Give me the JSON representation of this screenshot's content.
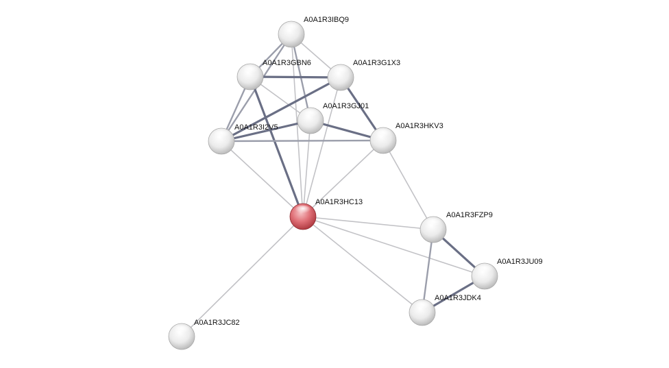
{
  "network": {
    "colors": {
      "query_node": "#d9585f",
      "node": "#e6e6e6",
      "edge_weak": "#c2c2c6",
      "edge_medium": "#9b9eab",
      "edge_strong": "#6a6f85"
    },
    "nodes": [
      {
        "id": "A0A1R3IBQ9",
        "label": "A0A1R3IBQ9",
        "query": false
      },
      {
        "id": "A0A1R3GBN6",
        "label": "A0A1R3GBN6",
        "query": false
      },
      {
        "id": "A0A1R3G1X3",
        "label": "A0A1R3G1X3",
        "query": false
      },
      {
        "id": "A0A1R3GJ01",
        "label": "A0A1R3GJ01",
        "query": false
      },
      {
        "id": "A0A1R3I2V5",
        "label": "A0A1R3I2V5",
        "query": false
      },
      {
        "id": "A0A1R3HKV3",
        "label": "A0A1R3HKV3",
        "query": false
      },
      {
        "id": "A0A1R3HC13",
        "label": "A0A1R3HC13",
        "query": true
      },
      {
        "id": "A0A1R3FZP9",
        "label": "A0A1R3FZP9",
        "query": false
      },
      {
        "id": "A0A1R3JU09",
        "label": "A0A1R3JU09",
        "query": false
      },
      {
        "id": "A0A1R3JDK4",
        "label": "A0A1R3JDK4",
        "query": false
      },
      {
        "id": "A0A1R3JC82",
        "label": "A0A1R3JC82",
        "query": false
      }
    ],
    "edges": [
      {
        "source": "A0A1R3IBQ9",
        "target": "A0A1R3GBN6",
        "strength": "medium"
      },
      {
        "source": "A0A1R3IBQ9",
        "target": "A0A1R3G1X3",
        "strength": "weak"
      },
      {
        "source": "A0A1R3IBQ9",
        "target": "A0A1R3GJ01",
        "strength": "medium"
      },
      {
        "source": "A0A1R3IBQ9",
        "target": "A0A1R3I2V5",
        "strength": "medium"
      },
      {
        "source": "A0A1R3IBQ9",
        "target": "A0A1R3HC13",
        "strength": "weak"
      },
      {
        "source": "A0A1R3GBN6",
        "target": "A0A1R3G1X3",
        "strength": "strong"
      },
      {
        "source": "A0A1R3GBN6",
        "target": "A0A1R3GJ01",
        "strength": "weak"
      },
      {
        "source": "A0A1R3GBN6",
        "target": "A0A1R3I2V5",
        "strength": "medium"
      },
      {
        "source": "A0A1R3GBN6",
        "target": "A0A1R3HC13",
        "strength": "strong"
      },
      {
        "source": "A0A1R3G1X3",
        "target": "A0A1R3I2V5",
        "strength": "strong"
      },
      {
        "source": "A0A1R3G1X3",
        "target": "A0A1R3HKV3",
        "strength": "strong"
      },
      {
        "source": "A0A1R3G1X3",
        "target": "A0A1R3HC13",
        "strength": "weak"
      },
      {
        "source": "A0A1R3GJ01",
        "target": "A0A1R3I2V5",
        "strength": "strong"
      },
      {
        "source": "A0A1R3GJ01",
        "target": "A0A1R3HKV3",
        "strength": "strong"
      },
      {
        "source": "A0A1R3GJ01",
        "target": "A0A1R3HC13",
        "strength": "weak"
      },
      {
        "source": "A0A1R3I2V5",
        "target": "A0A1R3HKV3",
        "strength": "medium"
      },
      {
        "source": "A0A1R3I2V5",
        "target": "A0A1R3HC13",
        "strength": "weak"
      },
      {
        "source": "A0A1R3HKV3",
        "target": "A0A1R3HC13",
        "strength": "weak"
      },
      {
        "source": "A0A1R3HKV3",
        "target": "A0A1R3FZP9",
        "strength": "weak"
      },
      {
        "source": "A0A1R3HC13",
        "target": "A0A1R3FZP9",
        "strength": "weak"
      },
      {
        "source": "A0A1R3HC13",
        "target": "A0A1R3JU09",
        "strength": "weak"
      },
      {
        "source": "A0A1R3HC13",
        "target": "A0A1R3JDK4",
        "strength": "weak"
      },
      {
        "source": "A0A1R3HC13",
        "target": "A0A1R3JC82",
        "strength": "weak"
      },
      {
        "source": "A0A1R3FZP9",
        "target": "A0A1R3JU09",
        "strength": "strong"
      },
      {
        "source": "A0A1R3FZP9",
        "target": "A0A1R3JDK4",
        "strength": "medium"
      },
      {
        "source": "A0A1R3JU09",
        "target": "A0A1R3JDK4",
        "strength": "strong"
      }
    ]
  }
}
